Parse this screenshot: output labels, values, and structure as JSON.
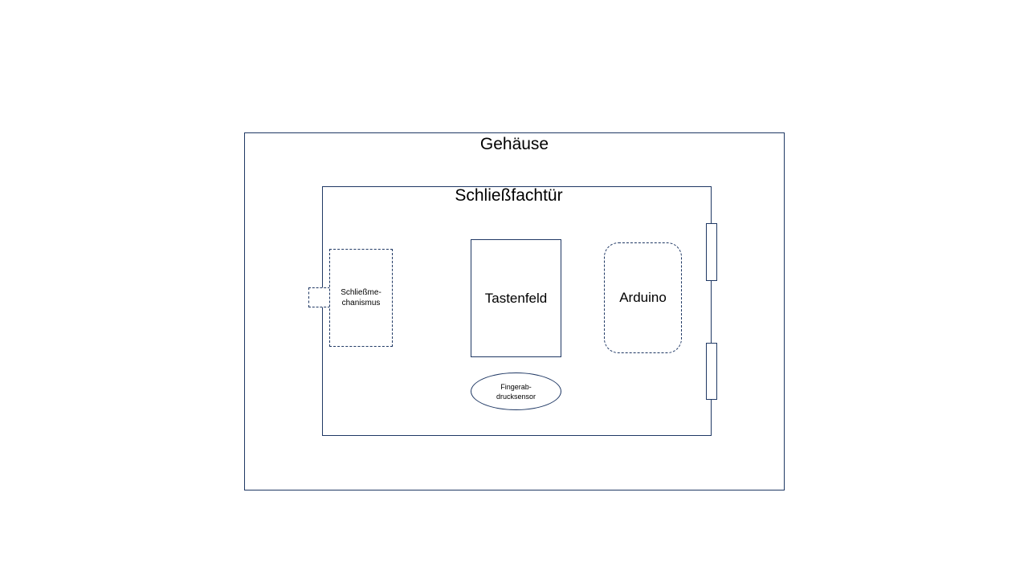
{
  "housing": {
    "label": "Gehäuse"
  },
  "door": {
    "label": "Schließfachtür"
  },
  "lock": {
    "label_line1": "Schließme-",
    "label_line2": "chanismus"
  },
  "keypad": {
    "label": "Tastenfeld"
  },
  "arduino": {
    "label": "Arduino"
  },
  "fingerprint": {
    "label_line1": "Fingerab-",
    "label_line2": "drucksensor"
  },
  "colors": {
    "stroke": "#1f3864"
  }
}
